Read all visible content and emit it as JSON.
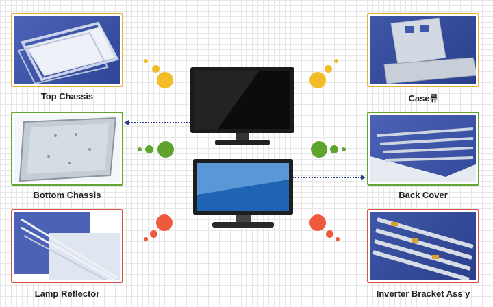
{
  "items": {
    "top_chassis": "Top Chassis",
    "bottom_chassis": "Bottom Chassis",
    "lamp_reflector": "Lamp Reflector",
    "case": "Case류",
    "back_cover": "Back Cover",
    "inverter_bracket": "Inverter Bracket Ass’y"
  },
  "colors": {
    "gold": "#e8b13c",
    "green": "#64a52f",
    "red": "#d9534a",
    "arrow": "#2a3f8f"
  }
}
